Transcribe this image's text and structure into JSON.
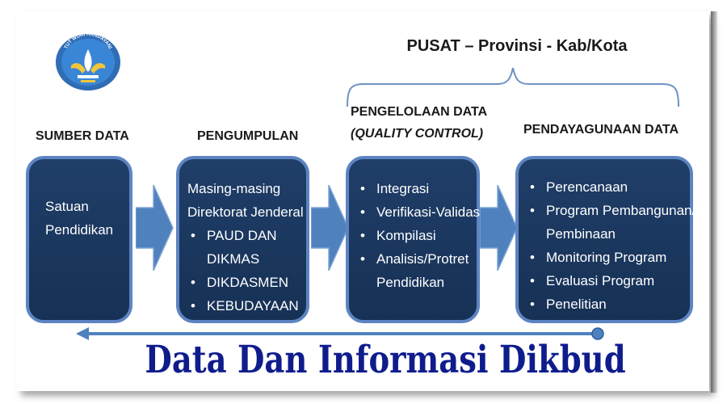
{
  "header": {
    "scope_label": "PUSAT – Provinsi - Kab/Kota",
    "logo_text": "TUT WURI HANDAYANI"
  },
  "columns": [
    {
      "title": "SUMBER DATA",
      "lines": [
        "Satuan",
        "Pendidikan"
      ]
    },
    {
      "title": "PENGUMPULAN",
      "intro": [
        "Masing-masing",
        "Direktorat Jenderal"
      ],
      "items": [
        "PAUD DAN",
        "DIKMAS",
        "DIKDASMEN",
        "KEBUDAYAAN"
      ]
    },
    {
      "title_line1": "PENGELOLAAN DATA",
      "title_line2": "(QUALITY CONTROL)",
      "items": [
        "Integrasi",
        "Verifikasi-Validasi",
        "Kompilasi",
        "Analisis/Protret",
        "Pendidikan"
      ]
    },
    {
      "title": "PENDAYAGUNAAN DATA",
      "items": [
        "Perencanaan",
        "Program Pembangunan/",
        "Pembinaan",
        "Monitoring Program",
        "Evaluasi Program",
        "Penelitian"
      ]
    }
  ],
  "footer": {
    "title": "Data Dan Informasi Dikbud"
  },
  "colors": {
    "box_fill": "#1f3e68",
    "box_border": "#5d84c2",
    "arrow": "#4f81bd",
    "footer_text": "#0f1c8c"
  }
}
